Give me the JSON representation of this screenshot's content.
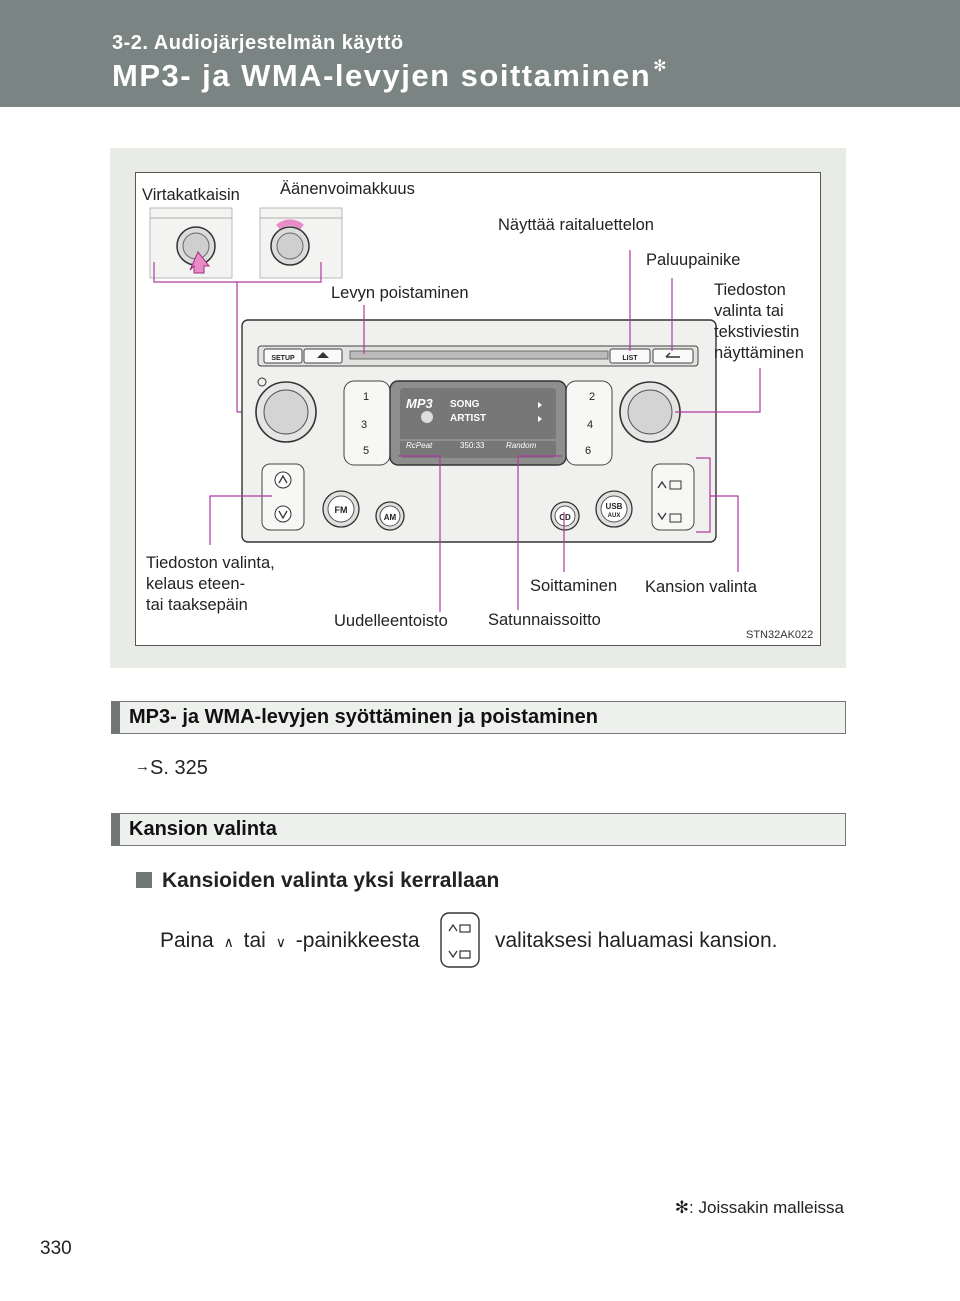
{
  "header": {
    "section": "3-2. Audiojärjestelmän käyttö",
    "title": "MP3- ja WMA-levyjen soittaminen",
    "title_mark": "✻"
  },
  "figure": {
    "code": "STN32AK022",
    "labels": {
      "power": "Virtakatkaisin",
      "volume": "Äänenvoimakkuus",
      "tracklist": "Näyttää raitaluettelon",
      "back": "Paluupainike",
      "eject": "Levyn poistaminen",
      "file_select": [
        "Tiedoston",
        "valinta tai",
        "tekstiviestin",
        "näyttäminen"
      ],
      "seek": [
        "Tiedoston valinta,",
        "kelaus eteen-",
        "tai taaksepäin"
      ],
      "repeat": "Uudelleentoisto",
      "random": "Satunnaissoitto",
      "play": "Soittaminen",
      "folder": "Kansion valinta"
    },
    "buttons": {
      "setup": "SETUP",
      "list": "LIST",
      "fm": "FM",
      "am": "AM",
      "cd": "CD",
      "usb": "USB",
      "aux": "AUX",
      "presets": [
        "1",
        "2",
        "3",
        "4",
        "5",
        "6"
      ]
    },
    "display": {
      "mp3": "MP3",
      "song": "SONG",
      "artist": "ARTIST",
      "repeat": "RcPeat",
      "time": "350:33",
      "random": "Random"
    }
  },
  "section1": {
    "heading": "MP3- ja WMA-levyjen syöttäminen ja poistaminen",
    "ref_arrow": "→",
    "ref": "S. 325"
  },
  "section2": {
    "heading": "Kansion valinta",
    "subheading": "Kansioiden valinta yksi kerrallaan",
    "text_1": "Paina",
    "up_symbol": "∧",
    "text_2": "tai",
    "down_symbol": "∨",
    "text_3": "-painikkeesta",
    "text_4": "valitaksesi haluamasi kansion."
  },
  "footnote": {
    "mark": "✻",
    "text": ": Joissakin malleissa"
  },
  "page_number": "330",
  "colors": {
    "header_bg": "#7a8482",
    "figure_bg": "#e9ebe6",
    "callout_line": "#b03aa0"
  }
}
